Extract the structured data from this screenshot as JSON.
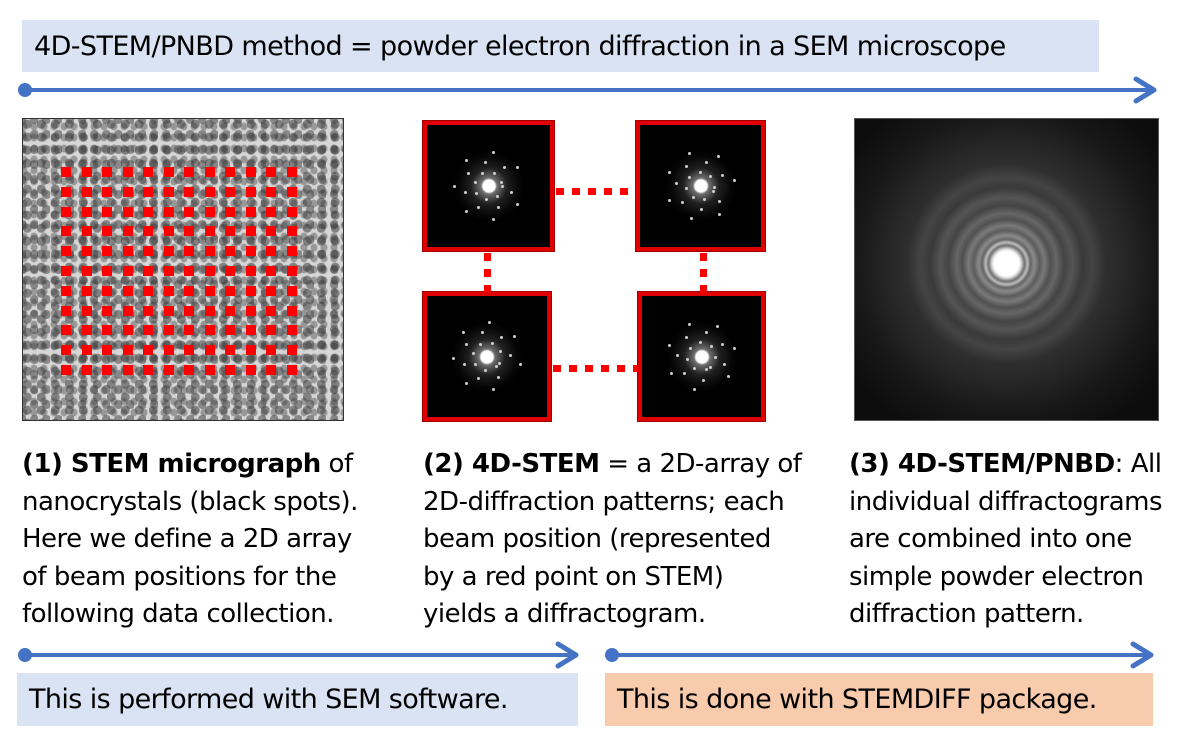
{
  "header": {
    "title": "4D-STEM/PNBD method = powder electron diffraction in a SEM microscope",
    "background": "#DAE3F3"
  },
  "arrows": {
    "color": "#4472C4"
  },
  "panels": [
    {
      "id": 1,
      "image": "STEM micrograph with 12x11 red grid of beam positions",
      "grid": {
        "columns": 12,
        "rows": 11,
        "color": "#FF0000"
      },
      "caption": {
        "bold": "(1) STEM micrograph",
        "lines": [
          " of",
          "nanocrystals (black spots).",
          "Here we define a 2D array",
          "of beam positions for the",
          "following data collection."
        ]
      }
    },
    {
      "id": 2,
      "image": "2x2 array of diffraction pattern tiles with red borders connected by dotted red lines",
      "tiles": 4,
      "border_color": "#E00000",
      "caption": {
        "bold": "(2) 4D-STEM",
        "lines": [
          " = a 2D-array of",
          "2D-diffraction patterns; each",
          "beam position (represented",
          "by a red point on STEM)",
          "yields a diffractogram."
        ]
      }
    },
    {
      "id": 3,
      "image": "Summed powder electron diffraction ring pattern",
      "caption": {
        "bold": "(3) 4D-STEM/PNBD",
        "lines": [
          ": All",
          "individual diffractograms",
          "are combined into one",
          "simple powder electron",
          "diffraction pattern."
        ]
      }
    }
  ],
  "footer": {
    "left": {
      "text": "This is performed with SEM software.",
      "background": "#DAE3F3"
    },
    "right": {
      "text": "This is done with STEMDIFF package.",
      "background": "#F8CBAD"
    }
  }
}
